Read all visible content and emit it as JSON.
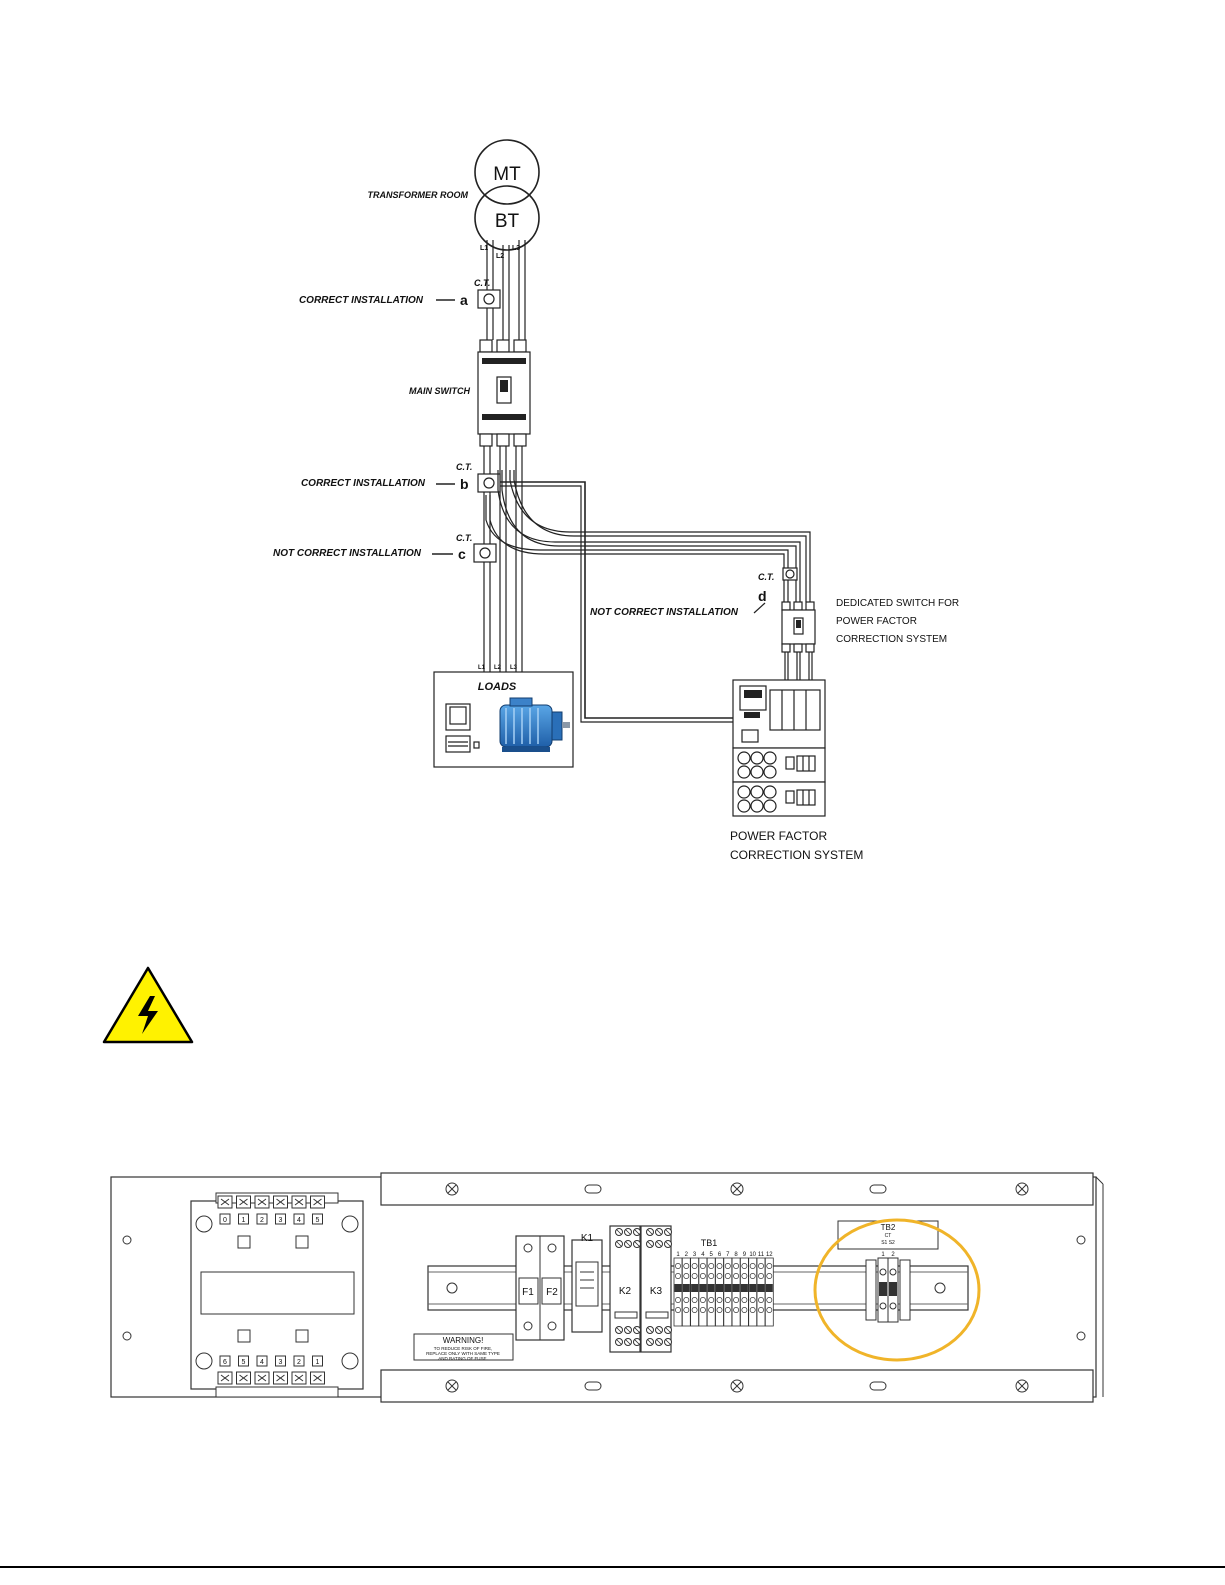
{
  "wiring_diagram": {
    "transformer": {
      "top_label": "MT",
      "bottom_label": "BT",
      "room_label": "TRANSFORMER ROOM"
    },
    "phase_labels": [
      "L1",
      "L2",
      "L3"
    ],
    "ct_marker": "C.T.",
    "main_switch_label": "MAIN SWITCH",
    "positions": [
      {
        "letter": "a",
        "caption": "CORRECT INSTALLATION"
      },
      {
        "letter": "b",
        "caption": "CORRECT INSTALLATION"
      },
      {
        "letter": "c",
        "caption": "NOT CORRECT INSTALLATION"
      },
      {
        "letter": "d",
        "caption": "NOT CORRECT INSTALLATION"
      }
    ],
    "dedicated_switch_lines": [
      "DEDICATED  SWITCH  FOR",
      "POWER FACTOR",
      "CORRECTION SYSTEM"
    ],
    "loads_label": "LOADS",
    "pfc_lines": [
      "POWER FACTOR",
      "CORRECTION SYSTEM"
    ]
  },
  "warning_symbol": {
    "icon": "high-voltage-warning-icon",
    "fill": "#FFF200",
    "stroke": "#000000"
  },
  "panel": {
    "fuses": [
      "F1",
      "F2"
    ],
    "relays": [
      "K1",
      "K2",
      "K3"
    ],
    "terminal_block_1": {
      "label": "TB1",
      "numbers": [
        "1",
        "2",
        "3",
        "4",
        "5",
        "6",
        "7",
        "8",
        "9",
        "10",
        "11",
        "12"
      ]
    },
    "terminal_block_2": {
      "label": "TB2",
      "sub_label": "CT",
      "sub_label_2": "S1  S2",
      "numbers": [
        "1",
        "2"
      ]
    },
    "transformer_terminals_top": [
      "0",
      "1",
      "2",
      "3",
      "4",
      "5"
    ],
    "transformer_terminals_bottom": [
      "6",
      "5",
      "4",
      "3",
      "2",
      "1"
    ],
    "warning_title": "WARNING!",
    "warning_lines": [
      "TO REDUCE RISK OF FIRE,",
      "REPLACE ONLY WITH SAME TYPE",
      "AND RATING OF FUSE."
    ],
    "highlight_color": "#F0B429"
  }
}
